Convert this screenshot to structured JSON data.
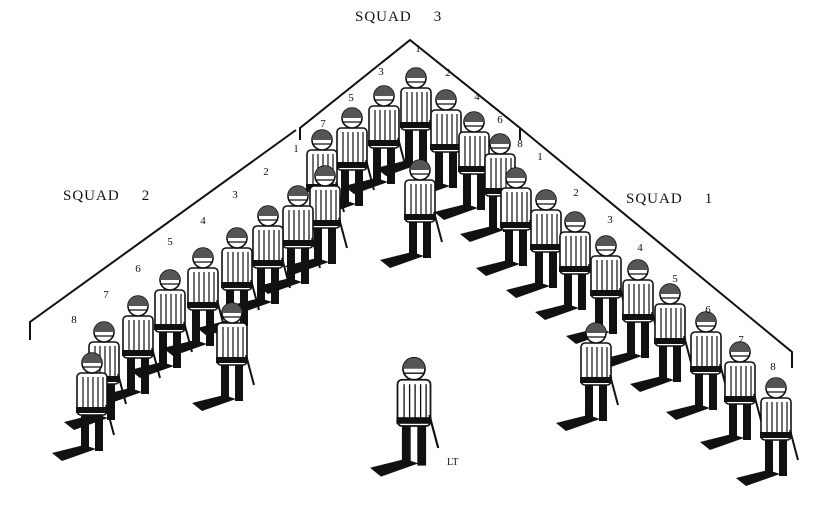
{
  "squads": [
    {
      "label": "SQUAD",
      "number": "3"
    },
    {
      "label": "SQUAD",
      "number": "2"
    },
    {
      "label": "SQUAD",
      "number": "1"
    }
  ],
  "leader_label": "LT",
  "position_numbers": {
    "squad3": [
      "1",
      "3",
      "2",
      "5",
      "4",
      "7",
      "6",
      "8"
    ],
    "squad2": [
      "1",
      "2",
      "3",
      "4",
      "5",
      "6",
      "7",
      "8"
    ],
    "squad1": [
      "1",
      "2",
      "3",
      "4",
      "5",
      "6",
      "7",
      "8"
    ]
  },
  "colors": {
    "ink": "#111111",
    "background": "#ffffff"
  }
}
